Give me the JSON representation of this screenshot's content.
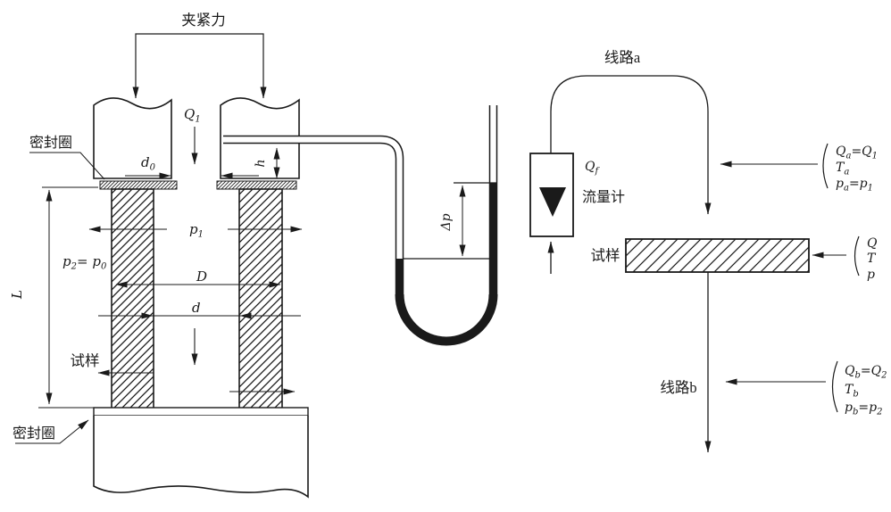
{
  "figure": {
    "left": {
      "clamp_force": "夹紧力",
      "seal_top": "密封圈",
      "seal_bottom": "密封圈",
      "specimen": "试样",
      "q1": "Q_{1}",
      "d0": "d_{0}",
      "h": "h",
      "p1": "p_{1}",
      "p2": "p_{2}= p_{0}",
      "D": "D",
      "d": "d",
      "L": "L"
    },
    "manometer": {
      "dp": "Δp"
    },
    "right": {
      "line_a": "线路a",
      "line_b": "线路b",
      "qf": "Q_{f}",
      "flowmeter": "流量计",
      "specimen": "试样",
      "state_a": [
        "Q_{a}=Q_{1}",
        "T_{a}",
        "p_{a}=p_{1}"
      ],
      "state_m": [
        "Q",
        "T",
        "p"
      ],
      "state_b": [
        "Q_{b}=Q_{2}",
        "T_{b}",
        "p_{b}=p_{2}"
      ]
    },
    "colors": {
      "ink": "#1a1a1a",
      "paper": "#ffffff"
    }
  }
}
